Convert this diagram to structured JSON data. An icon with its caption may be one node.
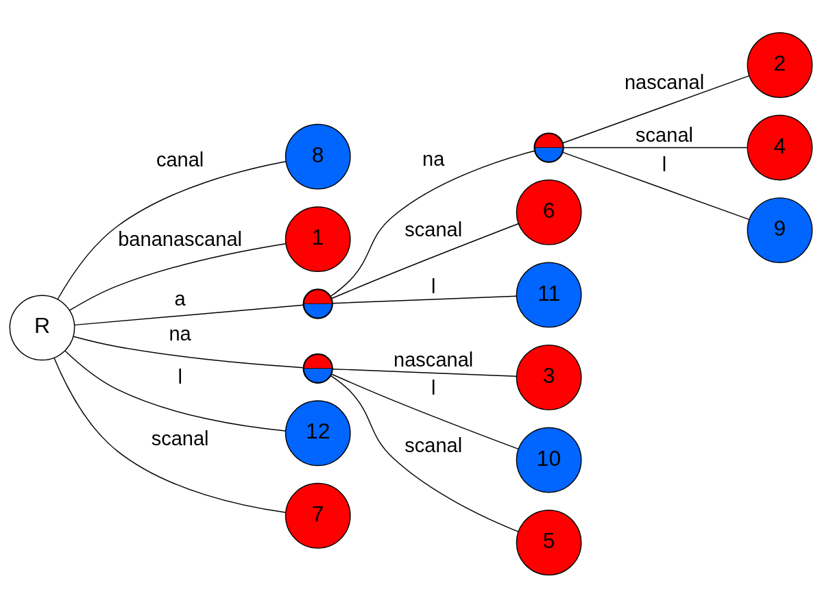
{
  "diagram": {
    "nodes": [
      {
        "text": [
          "R"
        ]
      },
      {
        "text": [
          "8"
        ]
      },
      {
        "text": [
          "1"
        ]
      },
      {
        "text": [
          "2"
        ]
      },
      {
        "text": [],
        "shape": "circle"
      },
      {
        "text": [
          "4"
        ]
      },
      {
        "text": [],
        "shape": "circle"
      },
      {
        "text": [
          "9"
        ]
      },
      {
        "text": [
          "6"
        ]
      },
      {
        "text": [],
        "shape": "circle"
      },
      {
        "text": [
          "11"
        ]
      },
      {
        "text": [
          "3"
        ]
      },
      {
        "text": [
          "12"
        ]
      },
      {
        "text": [
          "7"
        ]
      },
      {
        "text": [
          "10"
        ]
      },
      {
        "text": [
          "5"
        ]
      }
    ],
    "edges": [
      {
        "from": 0,
        "to": 1,
        "arrow": "none",
        "label": "canal"
      },
      {
        "from": 0,
        "to": 2,
        "arrow": "none",
        "label": "bananascanal"
      },
      {
        "from": 0,
        "to": 6,
        "arrow": "none",
        "label": "a"
      },
      {
        "from": 0,
        "to": 9,
        "arrow": "none",
        "label": "na"
      },
      {
        "from": 0,
        "to": 12,
        "arrow": "none",
        "label": "l"
      },
      {
        "from": 0,
        "to": 13,
        "arrow": "none",
        "label": "scanal"
      },
      {
        "from": 6,
        "to": 4,
        "arrow": "none",
        "label": "na"
      },
      {
        "from": 6,
        "to": 8,
        "arrow": "none",
        "label": "scanal"
      },
      {
        "from": 6,
        "to": 10,
        "arrow": "none",
        "label": "l"
      },
      {
        "from": 4,
        "to": 3,
        "arrow": "none",
        "label": "nascanal"
      },
      {
        "from": 4,
        "to": 5,
        "arrow": "none",
        "label": "scanal"
      },
      {
        "from": 4,
        "to": 7,
        "arrow": "none",
        "label": "l"
      },
      {
        "from": 9,
        "to": 11,
        "arrow": "none",
        "label": "nascanal"
      },
      {
        "from": 9,
        "to": 15,
        "arrow": "none",
        "label": "scanal"
      },
      {
        "from": 9,
        "to": 14,
        "arrow": "none",
        "label": "l"
      }
    ]
  }
}
